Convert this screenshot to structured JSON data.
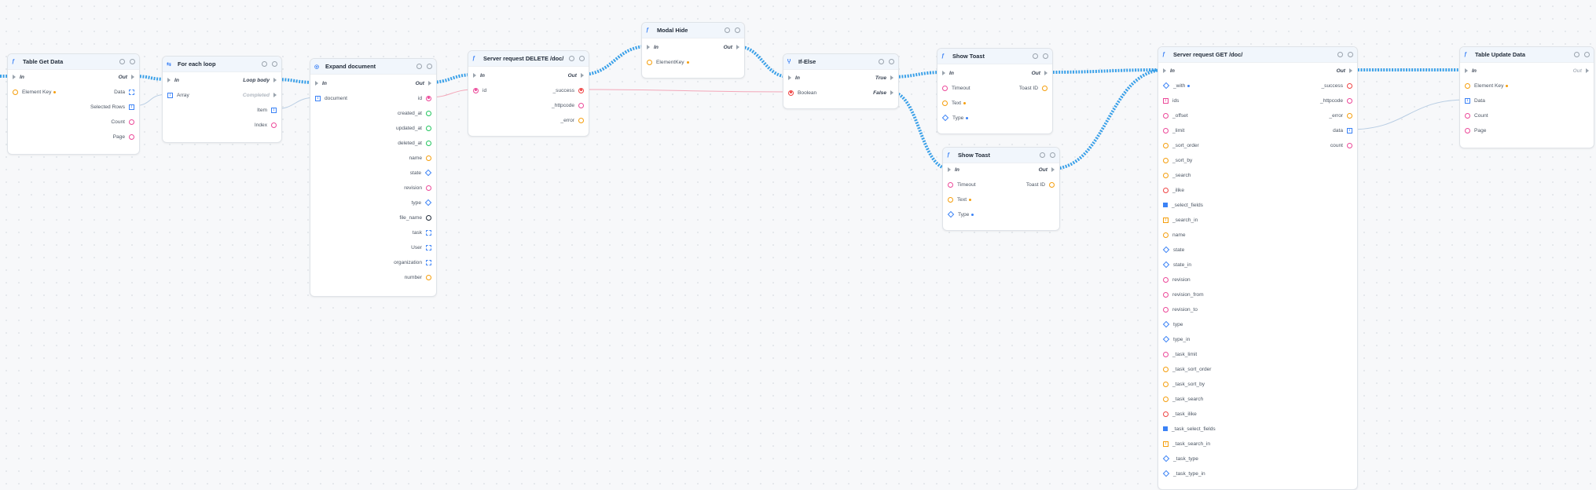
{
  "colors": {
    "blue": "#3b82f6",
    "pink": "#ec4899",
    "orange": "#f59e0b",
    "green": "#22c55e",
    "red": "#ef4444",
    "gray": "#9aa3ad",
    "dark": "#1f2937",
    "purple": "#a855f7",
    "cyan": "#0ea5e9"
  },
  "nodes": [
    {
      "id": "table-get-data",
      "title": "Table Get Data",
      "icon": "function-icon",
      "rows": [
        {
          "l": {
            "label": "In",
            "pin": "flow"
          },
          "r": {
            "label": "Out",
            "pin": "flow"
          }
        },
        {
          "l": {
            "label": "Element Key",
            "pin": "circle",
            "color": "orange",
            "required": true
          },
          "r": {
            "label": "Data",
            "pin": "bracket",
            "color": "blue"
          }
        },
        {
          "r": {
            "label": "Selected Rows",
            "pin": "array",
            "color": "blue"
          }
        },
        {
          "r": {
            "label": "Count",
            "pin": "circle",
            "color": "pink"
          }
        },
        {
          "r": {
            "label": "Page",
            "pin": "circle",
            "color": "pink"
          }
        }
      ]
    },
    {
      "id": "for-each-loop",
      "title": "For each loop",
      "icon": "loop-icon",
      "rows": [
        {
          "l": {
            "label": "In",
            "pin": "flow"
          },
          "r": {
            "label": "Loop body",
            "pin": "flow"
          }
        },
        {
          "l": {
            "label": "Array",
            "pin": "array",
            "color": "blue"
          },
          "r": {
            "label": "Completed",
            "pin": "flow",
            "dim": true
          }
        },
        {
          "r": {
            "label": "Item",
            "pin": "array",
            "color": "blue"
          }
        },
        {
          "r": {
            "label": "Index",
            "pin": "circle",
            "color": "pink"
          }
        }
      ]
    },
    {
      "id": "expand-document",
      "title": "Expand document",
      "icon": "expand-icon",
      "rows": [
        {
          "l": {
            "label": "In",
            "pin": "flow"
          },
          "r": {
            "label": "Out",
            "pin": "flow"
          }
        },
        {
          "l": {
            "label": "document",
            "pin": "array",
            "color": "blue"
          },
          "r": {
            "label": "id",
            "pin": "filled",
            "color": "pink"
          }
        },
        {
          "r": {
            "label": "created_at",
            "pin": "circle",
            "color": "green"
          }
        },
        {
          "r": {
            "label": "updated_at",
            "pin": "circle",
            "color": "green"
          }
        },
        {
          "r": {
            "label": "deleted_at",
            "pin": "circle",
            "color": "green"
          }
        },
        {
          "r": {
            "label": "name",
            "pin": "circle",
            "color": "orange"
          }
        },
        {
          "r": {
            "label": "state",
            "pin": "diamond",
            "color": "blue"
          }
        },
        {
          "r": {
            "label": "revision",
            "pin": "circle",
            "color": "pink"
          }
        },
        {
          "r": {
            "label": "type",
            "pin": "diamond",
            "color": "blue"
          }
        },
        {
          "r": {
            "label": "file_name",
            "pin": "circle",
            "color": "dark"
          }
        },
        {
          "r": {
            "label": "task",
            "pin": "bracket",
            "color": "blue"
          }
        },
        {
          "r": {
            "label": "User",
            "pin": "bracket",
            "color": "blue"
          }
        },
        {
          "r": {
            "label": "organization",
            "pin": "bracket",
            "color": "blue"
          }
        },
        {
          "r": {
            "label": "number",
            "pin": "circle",
            "color": "orange"
          }
        }
      ]
    },
    {
      "id": "server-request-delete",
      "title": "Server request DELETE /doc/",
      "icon": "function-icon",
      "rows": [
        {
          "l": {
            "label": "In",
            "pin": "flow"
          },
          "r": {
            "label": "Out",
            "pin": "flow"
          }
        },
        {
          "l": {
            "label": "id",
            "pin": "filled",
            "color": "pink"
          },
          "r": {
            "label": "_success",
            "pin": "filled",
            "color": "red"
          }
        },
        {
          "r": {
            "label": "_httpcode",
            "pin": "circle",
            "color": "pink"
          }
        },
        {
          "r": {
            "label": "_error",
            "pin": "circle",
            "color": "orange"
          }
        }
      ]
    },
    {
      "id": "modal-hide",
      "title": "Modal Hide",
      "icon": "function-icon",
      "rows": [
        {
          "l": {
            "label": "In",
            "pin": "flow"
          },
          "r": {
            "label": "Out",
            "pin": "flow"
          }
        },
        {
          "l": {
            "label": "ElementKey",
            "pin": "circle",
            "color": "orange",
            "required": true
          }
        }
      ]
    },
    {
      "id": "if-else",
      "title": "If-Else",
      "icon": "branch-icon",
      "rows": [
        {
          "l": {
            "label": "In",
            "pin": "flow"
          },
          "r": {
            "label": "True",
            "pin": "flow"
          }
        },
        {
          "l": {
            "label": "Boolean",
            "pin": "filled",
            "color": "red"
          },
          "r": {
            "label": "False",
            "pin": "flow"
          }
        }
      ]
    },
    {
      "id": "show-toast-1",
      "title": "Show Toast",
      "icon": "function-icon",
      "rows": [
        {
          "l": {
            "label": "In",
            "pin": "flow"
          },
          "r": {
            "label": "Out",
            "pin": "flow"
          }
        },
        {
          "l": {
            "label": "Timeout",
            "pin": "circle",
            "color": "pink"
          },
          "r": {
            "label": "Toast ID",
            "pin": "circle",
            "color": "orange"
          }
        },
        {
          "l": {
            "label": "Text",
            "pin": "circle",
            "color": "orange",
            "required": true
          }
        },
        {
          "l": {
            "label": "Type",
            "pin": "diamond",
            "color": "blue",
            "required": true
          }
        }
      ]
    },
    {
      "id": "show-toast-2",
      "title": "Show Toast",
      "icon": "function-icon",
      "rows": [
        {
          "l": {
            "label": "In",
            "pin": "flow"
          },
          "r": {
            "label": "Out",
            "pin": "flow"
          }
        },
        {
          "l": {
            "label": "Timeout",
            "pin": "circle",
            "color": "pink"
          },
          "r": {
            "label": "Toast ID",
            "pin": "circle",
            "color": "orange"
          }
        },
        {
          "l": {
            "label": "Text",
            "pin": "circle",
            "color": "orange",
            "required": true
          }
        },
        {
          "l": {
            "label": "Type",
            "pin": "diamond",
            "color": "blue",
            "required": true
          }
        }
      ]
    },
    {
      "id": "server-request-get",
      "title": "Server request GET /doc/",
      "icon": "function-icon",
      "rows": [
        {
          "l": {
            "label": "In",
            "pin": "flow"
          },
          "r": {
            "label": "Out",
            "pin": "flow"
          }
        },
        {
          "l": {
            "label": "_with",
            "pin": "diamond",
            "color": "blue",
            "required": true
          },
          "r": {
            "label": "_success",
            "pin": "circle",
            "color": "red"
          }
        },
        {
          "l": {
            "label": "ids",
            "pin": "array",
            "color": "pink"
          },
          "r": {
            "label": "_httpcode",
            "pin": "circle",
            "color": "pink"
          }
        },
        {
          "l": {
            "label": "_offset",
            "pin": "circle",
            "color": "pink"
          },
          "r": {
            "label": "_error",
            "pin": "circle",
            "color": "orange"
          }
        },
        {
          "l": {
            "label": "_limit",
            "pin": "circle",
            "color": "pink"
          },
          "r": {
            "label": "data",
            "pin": "array",
            "color": "blue"
          }
        },
        {
          "l": {
            "label": "_sort_order",
            "pin": "circle",
            "color": "orange"
          },
          "r": {
            "label": "count",
            "pin": "circle",
            "color": "pink"
          }
        },
        {
          "l": {
            "label": "_sort_by",
            "pin": "circle",
            "color": "orange"
          }
        },
        {
          "l": {
            "label": "_search",
            "pin": "circle",
            "color": "orange"
          }
        },
        {
          "l": {
            "label": "_ilike",
            "pin": "circle",
            "color": "red"
          }
        },
        {
          "l": {
            "label": "_select_fields",
            "pin": "square",
            "color": "blue"
          }
        },
        {
          "l": {
            "label": "_search_in",
            "pin": "array",
            "color": "orange"
          }
        },
        {
          "l": {
            "label": "name",
            "pin": "circle",
            "color": "orange"
          }
        },
        {
          "l": {
            "label": "state",
            "pin": "diamond",
            "color": "blue"
          }
        },
        {
          "l": {
            "label": "state_in",
            "pin": "diamond",
            "color": "blue"
          }
        },
        {
          "l": {
            "label": "revision",
            "pin": "circle",
            "color": "pink"
          }
        },
        {
          "l": {
            "label": "revision_from",
            "pin": "circle",
            "color": "pink"
          }
        },
        {
          "l": {
            "label": "revision_to",
            "pin": "circle",
            "color": "pink"
          }
        },
        {
          "l": {
            "label": "type",
            "pin": "diamond",
            "color": "blue"
          }
        },
        {
          "l": {
            "label": "type_in",
            "pin": "diamond",
            "color": "blue"
          }
        },
        {
          "l": {
            "label": "_task_limit",
            "pin": "circle",
            "color": "pink"
          }
        },
        {
          "l": {
            "label": "_task_sort_order",
            "pin": "circle",
            "color": "orange"
          }
        },
        {
          "l": {
            "label": "_task_sort_by",
            "pin": "circle",
            "color": "orange"
          }
        },
        {
          "l": {
            "label": "_task_search",
            "pin": "circle",
            "color": "orange"
          }
        },
        {
          "l": {
            "label": "_task_ilike",
            "pin": "circle",
            "color": "red"
          }
        },
        {
          "l": {
            "label": "_task_select_fields",
            "pin": "square",
            "color": "blue"
          }
        },
        {
          "l": {
            "label": "_task_search_in",
            "pin": "array",
            "color": "orange"
          }
        },
        {
          "l": {
            "label": "_task_type",
            "pin": "diamond",
            "color": "blue"
          }
        },
        {
          "l": {
            "label": "_task_type_in",
            "pin": "diamond",
            "color": "blue"
          }
        }
      ]
    },
    {
      "id": "table-update-data",
      "title": "Table Update Data",
      "icon": "function-icon",
      "rows": [
        {
          "l": {
            "label": "In",
            "pin": "flow"
          },
          "r": {
            "label": "Out",
            "pin": "flow",
            "dim": true
          }
        },
        {
          "l": {
            "label": "Element Key",
            "pin": "circle",
            "color": "orange",
            "required": true
          }
        },
        {
          "l": {
            "label": "Data",
            "pin": "array",
            "color": "blue"
          }
        },
        {
          "l": {
            "label": "Count",
            "pin": "circle",
            "color": "pink"
          }
        },
        {
          "l": {
            "label": "Page",
            "pin": "circle",
            "color": "pink"
          }
        }
      ]
    }
  ]
}
